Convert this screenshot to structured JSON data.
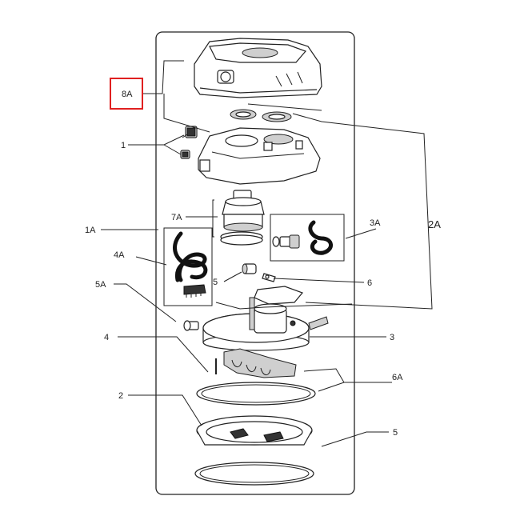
{
  "labels": {
    "l8A": "8A",
    "l1": "1",
    "l1A": "1A",
    "l7A": "7A",
    "l3A": "3A",
    "l2A": "2A",
    "l4A": "4A",
    "l5a": "5",
    "l6": "6",
    "l5A": "5A",
    "l4": "4",
    "l3": "3",
    "l6A": "6A",
    "l2": "2",
    "l5b": "5"
  },
  "colors": {
    "highlight": "#e02020",
    "line": "#222222",
    "fill_gray": "#cfcfcf",
    "fill_dark": "#333333"
  }
}
